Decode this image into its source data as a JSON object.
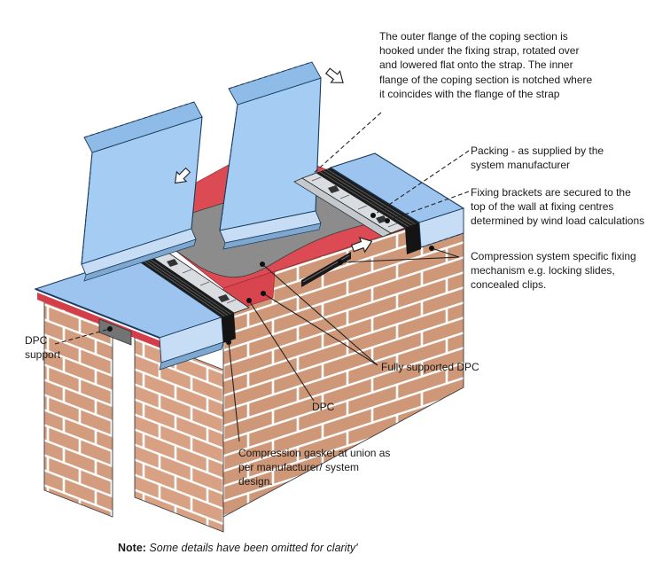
{
  "figure": {
    "type": "construction-detail-isometric",
    "subject": "Metal coping installation on cavity parapet wall"
  },
  "colors": {
    "coping_blue": "#A5CCF2",
    "coping_blue_installed": "#9CC4EE",
    "coping_blue_light": "#C6DDF5",
    "coping_blue_mid": "#8FBBE9",
    "coping_blue_dark": "#7FA8D0",
    "outline_navy": "#1B3A5C",
    "brick_front": "#CE9778",
    "brick_end_near": "#D8A183",
    "brick_end_far": "#D39C7E",
    "mortar_white": "#FDFDFD",
    "dpc_red": "#DC4A54",
    "dpc_red_dark": "#D23F4A",
    "dpc_gray": "#8C8C8C",
    "support_gray": "#737373",
    "gasket_black": "#1C1C1C",
    "strap_gray": "#D9DDE1",
    "leader_line": "#222222"
  },
  "annotations": {
    "coping_note": "The outer flange of the coping section is hooked under the fixing strap, rotated over and lowered flat onto the strap. The inner flange of the coping section is notched where it coincides with the flange of the strap",
    "packing": "Packing - as supplied by the system manufacturer",
    "fixing_brackets": "Fixing brackets are secured to the top of the wall at fixing centres determined by wind load calculations",
    "compression_system": "Compression system specific fixing mechanism e.g. locking slides, concealed clips.",
    "fully_supported_dpc": "Fully supported DPC",
    "dpc": "DPC",
    "compression_gasket": "Compression gasket at union as per manufacturer/ system design.",
    "dpc_support": "DPC support"
  },
  "note": {
    "label": "Note:",
    "text": " Some details have been omitted for clarity'"
  }
}
